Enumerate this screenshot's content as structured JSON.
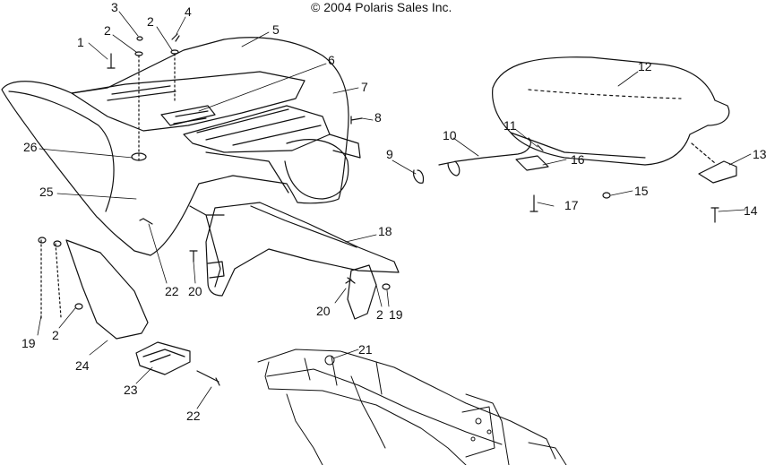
{
  "copyright": "© 2004 Polaris Sales Inc.",
  "callouts": {
    "c1": "1",
    "c2a": "2",
    "c2b": "2",
    "c3": "3",
    "c4": "4",
    "c5": "5",
    "c6": "6",
    "c7": "7",
    "c8": "8",
    "c9": "9",
    "c10": "10",
    "c11": "11",
    "c12": "12",
    "c13": "13",
    "c14": "14",
    "c15": "15",
    "c16": "16",
    "c17": "17",
    "c18": "18",
    "c19a": "19",
    "c2c": "2",
    "c20a": "20",
    "c22a": "22",
    "c25": "25",
    "c26": "26",
    "c20b": "20",
    "c2d": "2",
    "c19b": "19",
    "c24": "24",
    "c23": "23",
    "c22b": "22",
    "c21": "21"
  }
}
